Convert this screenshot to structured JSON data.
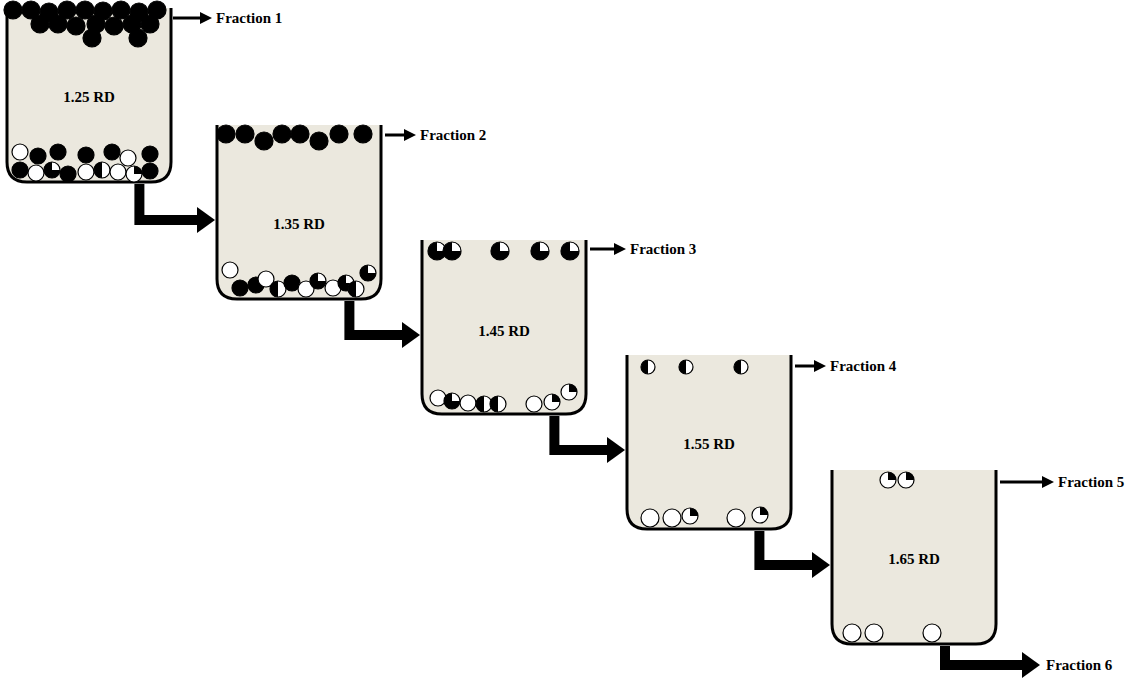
{
  "diagram": {
    "nodes": [
      {
        "text": [
          "1.25 RD"
        ]
      },
      {
        "text": [
          "1.35 RD"
        ]
      },
      {
        "text": [
          "1.45 RD"
        ]
      },
      {
        "text": [
          "1.55 RD"
        ]
      },
      {
        "text": [
          "1.65 RD"
        ]
      }
    ],
    "edges": [
      {
        "from": 0,
        "to": 1,
        "arrow": "to"
      },
      {
        "from": 1,
        "to": 2,
        "arrow": "to"
      },
      {
        "from": 2,
        "to": 3,
        "arrow": "to"
      },
      {
        "from": 3,
        "to": 4,
        "arrow": "to"
      }
    ],
    "labels": [
      "Fraction 1",
      "Fraction 2",
      "Fraction 3",
      "Fraction 4",
      "Fraction 5",
      "Fraction 6"
    ]
  }
}
